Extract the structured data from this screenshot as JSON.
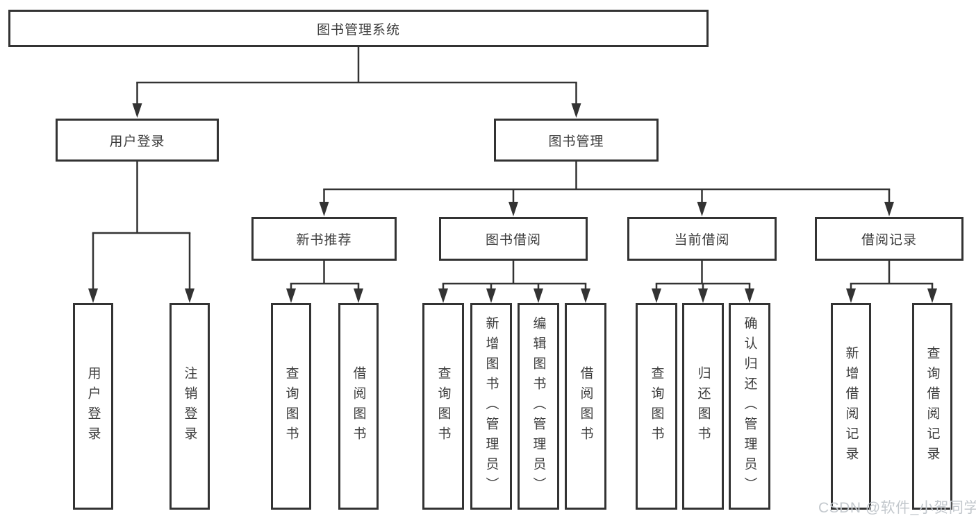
{
  "tree": {
    "root": "图书管理系统",
    "user_login": {
      "label": "用户登录",
      "children": [
        "用户登录",
        "注销登录"
      ]
    },
    "book_management": {
      "label": "图书管理",
      "sections": {
        "new_book_recommend": {
          "label": "新书推荐",
          "children": [
            "查询图书",
            "借阅图书"
          ]
        },
        "book_borrowing": {
          "label": "图书借阅",
          "children": [
            "查询图书",
            "新增图书（管理员）",
            "编辑图书（管理员）",
            "借阅图书"
          ]
        },
        "current_borrowing": {
          "label": "当前借阅",
          "children": [
            "查询图书",
            "归还图书",
            "确认归还（管理员）"
          ]
        },
        "borrowing_records": {
          "label": "借阅记录",
          "children": [
            "新增借阅记录",
            "查询借阅记录"
          ]
        }
      }
    }
  },
  "watermark": "CSDN @软件_小贺同学",
  "colors": {
    "line": "#333333",
    "box_border": "#333333",
    "text": "#3d3d3d",
    "watermark": "#c3c8cd",
    "background": "#ffffff"
  }
}
